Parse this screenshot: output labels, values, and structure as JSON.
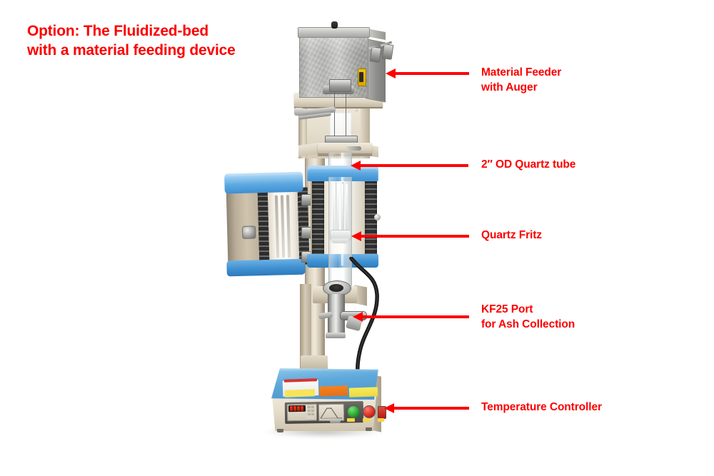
{
  "title": "Option: The Fluidized-bed\nwith a material feeding device",
  "title_color": "#fc0000",
  "callouts": [
    {
      "id": "material-feeder",
      "text": "Material Feeder\n   with Auger"
    },
    {
      "id": "quartz-tube",
      "text": "2″  OD  Quartz tube"
    },
    {
      "id": "quartz-fritz",
      "text": "Quartz Fritz"
    },
    {
      "id": "kf25-port",
      "text": "KF25 Port\nfor Ash Collection"
    },
    {
      "id": "temperature-controller",
      "text": "Temperature Controller"
    }
  ],
  "equipment": {
    "feeder": {
      "name": "Material Feeder with Auger",
      "material": "stainless steel hopper"
    },
    "furnace": {
      "name": "Split tube furnace",
      "cap_color": "#3f90d2",
      "body_color": "#cfc4ae",
      "insulation_color": "#fffdf8"
    },
    "quartz_tube": {
      "name": "2\" OD Quartz tube"
    },
    "fritz": {
      "name": "Quartz Fritz"
    },
    "kf25": {
      "name": "KF25 Port for Ash Collection"
    },
    "controller": {
      "name": "Temperature Controller",
      "top_color": "#5ea8db",
      "display_digits": "8888",
      "buttons": [
        "green-start-button",
        "red-stop-button",
        "red-power-switch"
      ],
      "labels": [
        "white-warning-label",
        "orange-warning-label",
        "yellow-warning-label"
      ]
    }
  },
  "colors": {
    "annotation_red": "#fc0000",
    "furnace_blue": "#3f90d2",
    "background": "#ffffff"
  }
}
